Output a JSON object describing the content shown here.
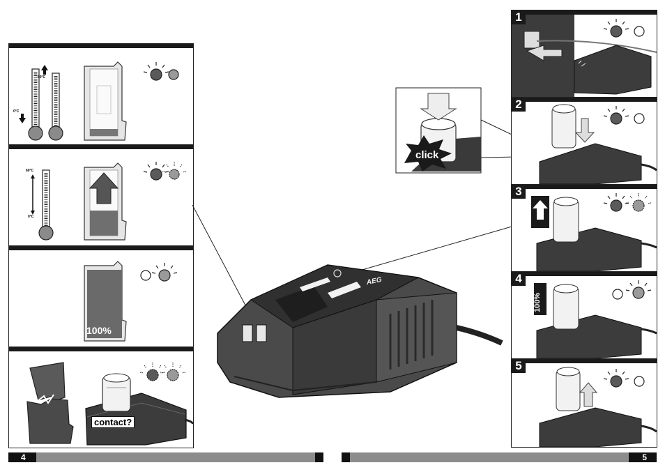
{
  "thermometers": {
    "cold": "0°C",
    "hot": "60°C"
  },
  "labels": {
    "full": "100%",
    "contact": "contact?",
    "click": "click",
    "battery_full": "100%"
  },
  "steps": [
    "1",
    "2",
    "3",
    "4",
    "5"
  ],
  "pages": {
    "left": "4",
    "right": "5"
  },
  "charger_brand": "AEG",
  "colors": {
    "frame": "#1a1a1a",
    "footer": "#8c8c8c",
    "led_red": "#5a5a5a",
    "led_green": "#9a9a9a"
  }
}
